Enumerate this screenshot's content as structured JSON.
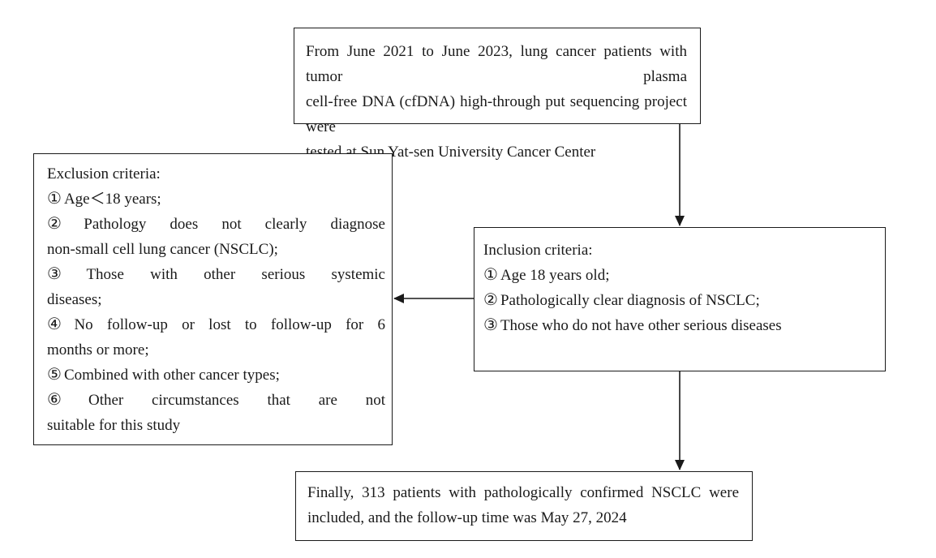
{
  "source": {
    "lines": [
      "From June 2021 to June 2023, lung cancer patients with tumor plasma",
      "cell-free DNA (cfDNA) high-through put sequencing project were",
      "tested at Sun Yat-sen University Cancer Center"
    ]
  },
  "exclusion": {
    "title": "Exclusion criteria:",
    "items": [
      {
        "marker": "①",
        "lines": [
          "Age＜18 years;"
        ]
      },
      {
        "marker": "②",
        "lines": [
          "Pathology does not clearly diagnose",
          "non-small cell lung cancer (NSCLC);"
        ]
      },
      {
        "marker": "③",
        "lines": [
          "Those with other serious systemic",
          "diseases;"
        ]
      },
      {
        "marker": "④",
        "lines": [
          "No follow-up or lost to follow-up for 6",
          "months or more;"
        ]
      },
      {
        "marker": "⑤",
        "lines": [
          "Combined with other cancer types;"
        ]
      },
      {
        "marker": "⑥",
        "lines": [
          "Other circumstances that are not",
          "suitable for this study"
        ]
      }
    ]
  },
  "inclusion": {
    "title": "Inclusion criteria:",
    "items": [
      {
        "marker": "①",
        "text": "Age 18 years old;"
      },
      {
        "marker": "②",
        "text": "Pathologically clear diagnosis of NSCLC;"
      },
      {
        "marker": "③",
        "text": "Those who do not have other serious diseases"
      }
    ]
  },
  "final": {
    "lines": [
      "Finally, 313 patients with pathologically confirmed NSCLC were",
      "included, and the follow-up time was May 27, 2024"
    ]
  },
  "colors": {
    "stroke": "#1a1a1a",
    "background": "#ffffff"
  }
}
